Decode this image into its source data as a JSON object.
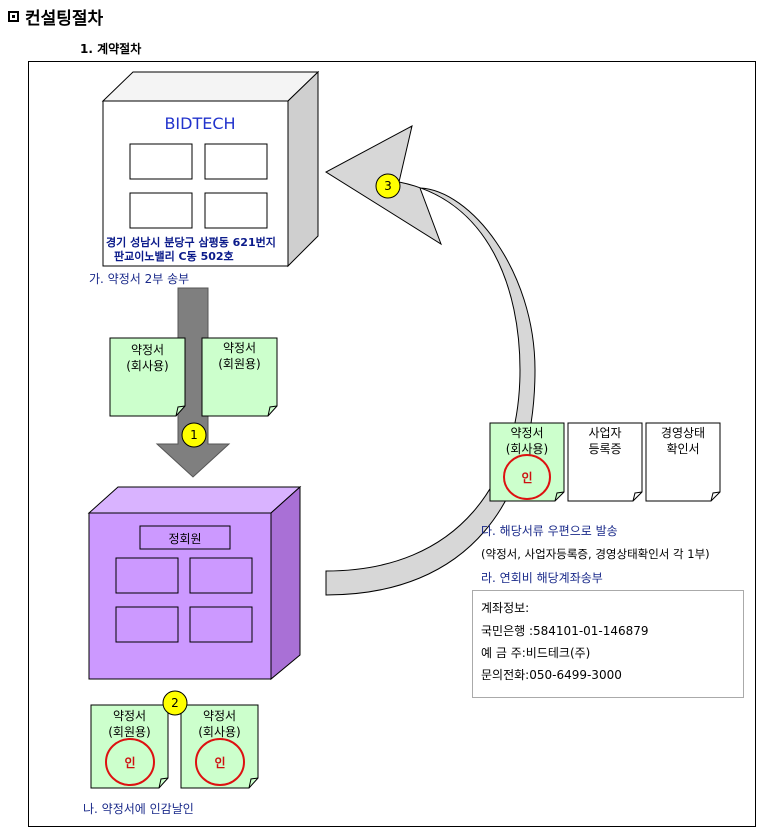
{
  "header": {
    "title": "컨설팅절차",
    "subtitle": "1. 계약절차"
  },
  "company": {
    "name": "BIDTECH",
    "address_line1": "경기 성남시 분당구 삼평동 621번지",
    "address_line2": "판교이노밸리 C동 502호"
  },
  "steps": {
    "ga": "가. 약정서 2부 송부",
    "na": "나. 약정서에 인감날인",
    "da": "다. 해당서류 우편으로 발송",
    "da_detail": "(약정서, 사업자등록증, 경영상태확인서 각 1부)",
    "ra": "라. 연회비 해당계좌송부"
  },
  "markers": [
    "1",
    "2",
    "3"
  ],
  "docs_top": {
    "doc1": [
      "약정서",
      "(회사용)"
    ],
    "doc2": [
      "약정서",
      "(회원용)"
    ]
  },
  "docs_bottom": {
    "doc1": [
      "약정서",
      "(회원용)"
    ],
    "doc2": [
      "약정서",
      "(회사용)"
    ]
  },
  "docs_right": {
    "doc1": [
      "약정서",
      "(회사용)"
    ],
    "doc2": [
      "사업자",
      "등록증"
    ],
    "doc3": [
      "경영상태",
      "확인서"
    ]
  },
  "stamp_text": "인",
  "member": {
    "label": "정회원"
  },
  "account": {
    "title": "계좌정보:",
    "bank": "국민은행 :584101-01-146879",
    "holder": "예 금 주:비드테크(주)",
    "phone": "문의전화:050-6499-3000"
  },
  "colors": {
    "doc_fill": "#ccffcc",
    "member_front": "#cc99ff",
    "member_side": "#a970d6",
    "member_top": "#d9b3ff",
    "marker_fill": "#ffff00",
    "stamp": "#dd1111",
    "arrow_gray": "#808080",
    "label_blue": "#1a2a8a"
  }
}
